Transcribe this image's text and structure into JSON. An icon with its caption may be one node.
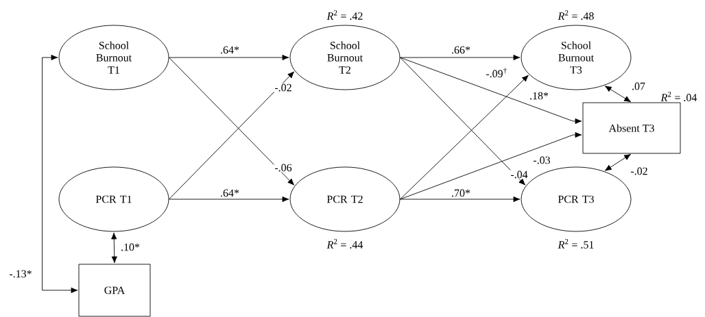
{
  "diagram": {
    "nodes": [
      {
        "text": [
          "School Burnout T1"
        ]
      },
      {
        "text": [
          "PCR T1"
        ]
      },
      {
        "text": [
          "GPA"
        ]
      },
      {
        "text": [
          "School Burnout T2"
        ],
        "beside": [
          "*R*$^{2}$ = .42"
        ]
      },
      {
        "text": [
          "PCR T2"
        ],
        "beside": [
          "*R*$^{2}$ = .44"
        ]
      },
      {
        "text": [
          "School Burnout T3"
        ],
        "beside": [
          "*R*$^{2}$ = .48"
        ]
      },
      {
        "text": [
          "Absent T3"
        ],
        "beside": [
          "*R*$^{2}$ = .04"
        ]
      },
      {
        "text": [
          "PCR T3"
        ],
        "beside": [
          "*R*$^{2}$ = .51"
        ]
      }
    ],
    "edges": [
      {
        "from": 0,
        "to": 3,
        "arrow": "to",
        "label": ".64*"
      },
      {
        "from": 0,
        "to": 4,
        "arrow": "to",
        "label": "-.06"
      },
      {
        "from": 1,
        "to": 3,
        "arrow": "to",
        "label": "-.02"
      },
      {
        "from": 1,
        "to": 4,
        "arrow": "to",
        "label": ".64*"
      },
      {
        "from": 1,
        "to": 2,
        "arrow": "both",
        "label": ".10*"
      },
      {
        "from": 2,
        "to": 0,
        "arrow": "both",
        "label": "-.13*"
      },
      {
        "from": 3,
        "to": 5,
        "arrow": "to",
        "label": ".66*"
      },
      {
        "from": 3,
        "to": 6,
        "arrow": "to",
        "label": ".18*"
      },
      {
        "from": 3,
        "to": 7,
        "arrow": "to",
        "label": "-.04"
      },
      {
        "from": 4,
        "to": 5,
        "arrow": "to",
        "label": "-.09$^{†}$"
      },
      {
        "from": 4,
        "to": 6,
        "arrow": "to",
        "label": "-.03"
      },
      {
        "from": 4,
        "to": 7,
        "arrow": "to",
        "label": ".70*"
      },
      {
        "from": 5,
        "to": 6,
        "arrow": "both",
        "label": ".07"
      },
      {
        "from": 7,
        "to": 6,
        "arrow": "both",
        "label": "-.02"
      }
    ]
  }
}
